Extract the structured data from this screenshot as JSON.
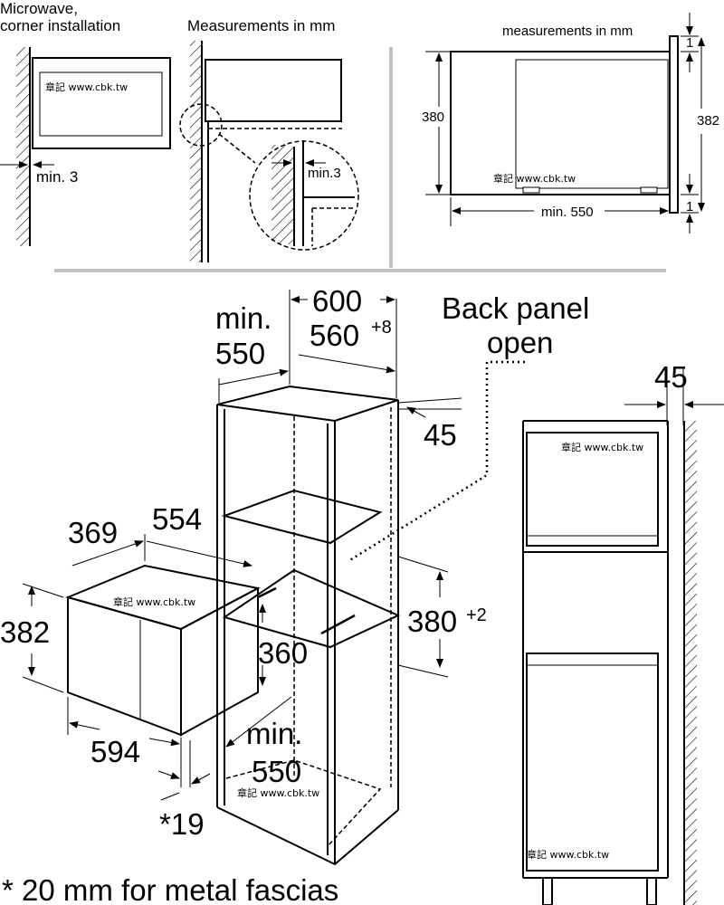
{
  "top_left": {
    "label_microwave": "Microwave,",
    "label_corner": "corner installation",
    "label_measurements": "Measurements in mm",
    "dim_min3_a": "min. 3",
    "dim_min3_b": "min.3"
  },
  "top_right": {
    "label_measurements": "measurements in mm",
    "dim_380": "380",
    "dim_382": "382",
    "dim_1_top": "1",
    "dim_1_bottom": "1",
    "dim_min550": "min. 550"
  },
  "bottom": {
    "dim_600": "600",
    "dim_min": "min.",
    "dim_550_top": "550",
    "dim_560": "560",
    "dim_560_sup": "+8",
    "label_back_panel": "Back panel",
    "label_open": "open",
    "dim_45_a": "45",
    "dim_45_b": "45",
    "dim_369": "369",
    "dim_554": "554",
    "dim_382": "382",
    "dim_380": "380",
    "dim_380_sup": "+2",
    "dim_360": "360",
    "dim_594": "594",
    "dim_min_b": "min.",
    "dim_550_b": "550",
    "dim_19": "*19",
    "footnote": "* 20 mm for metal fascias"
  },
  "watermark": "章記 www.cbk.tw"
}
